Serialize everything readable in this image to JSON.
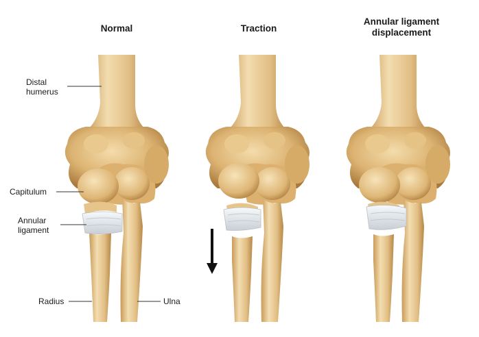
{
  "panels": [
    {
      "title": "Normal"
    },
    {
      "title": "Traction"
    },
    {
      "title_line1": "Annular ligament",
      "title_line2": "displacement"
    }
  ],
  "labels": {
    "distal_humerus_line1": "Distal",
    "distal_humerus_line2": "humerus",
    "capitulum": "Capitulum",
    "annular_ligament_line1": "Annular",
    "annular_ligament_line2": "ligament",
    "radius": "Radius",
    "ulna": "Ulna"
  },
  "colors": {
    "bone_light": "#f0d9a8",
    "bone_mid": "#d9b06f",
    "bone_dark": "#a87a3c",
    "ligament": "#e8ecef"
  },
  "icons": [
    "down-arrow-icon"
  ]
}
